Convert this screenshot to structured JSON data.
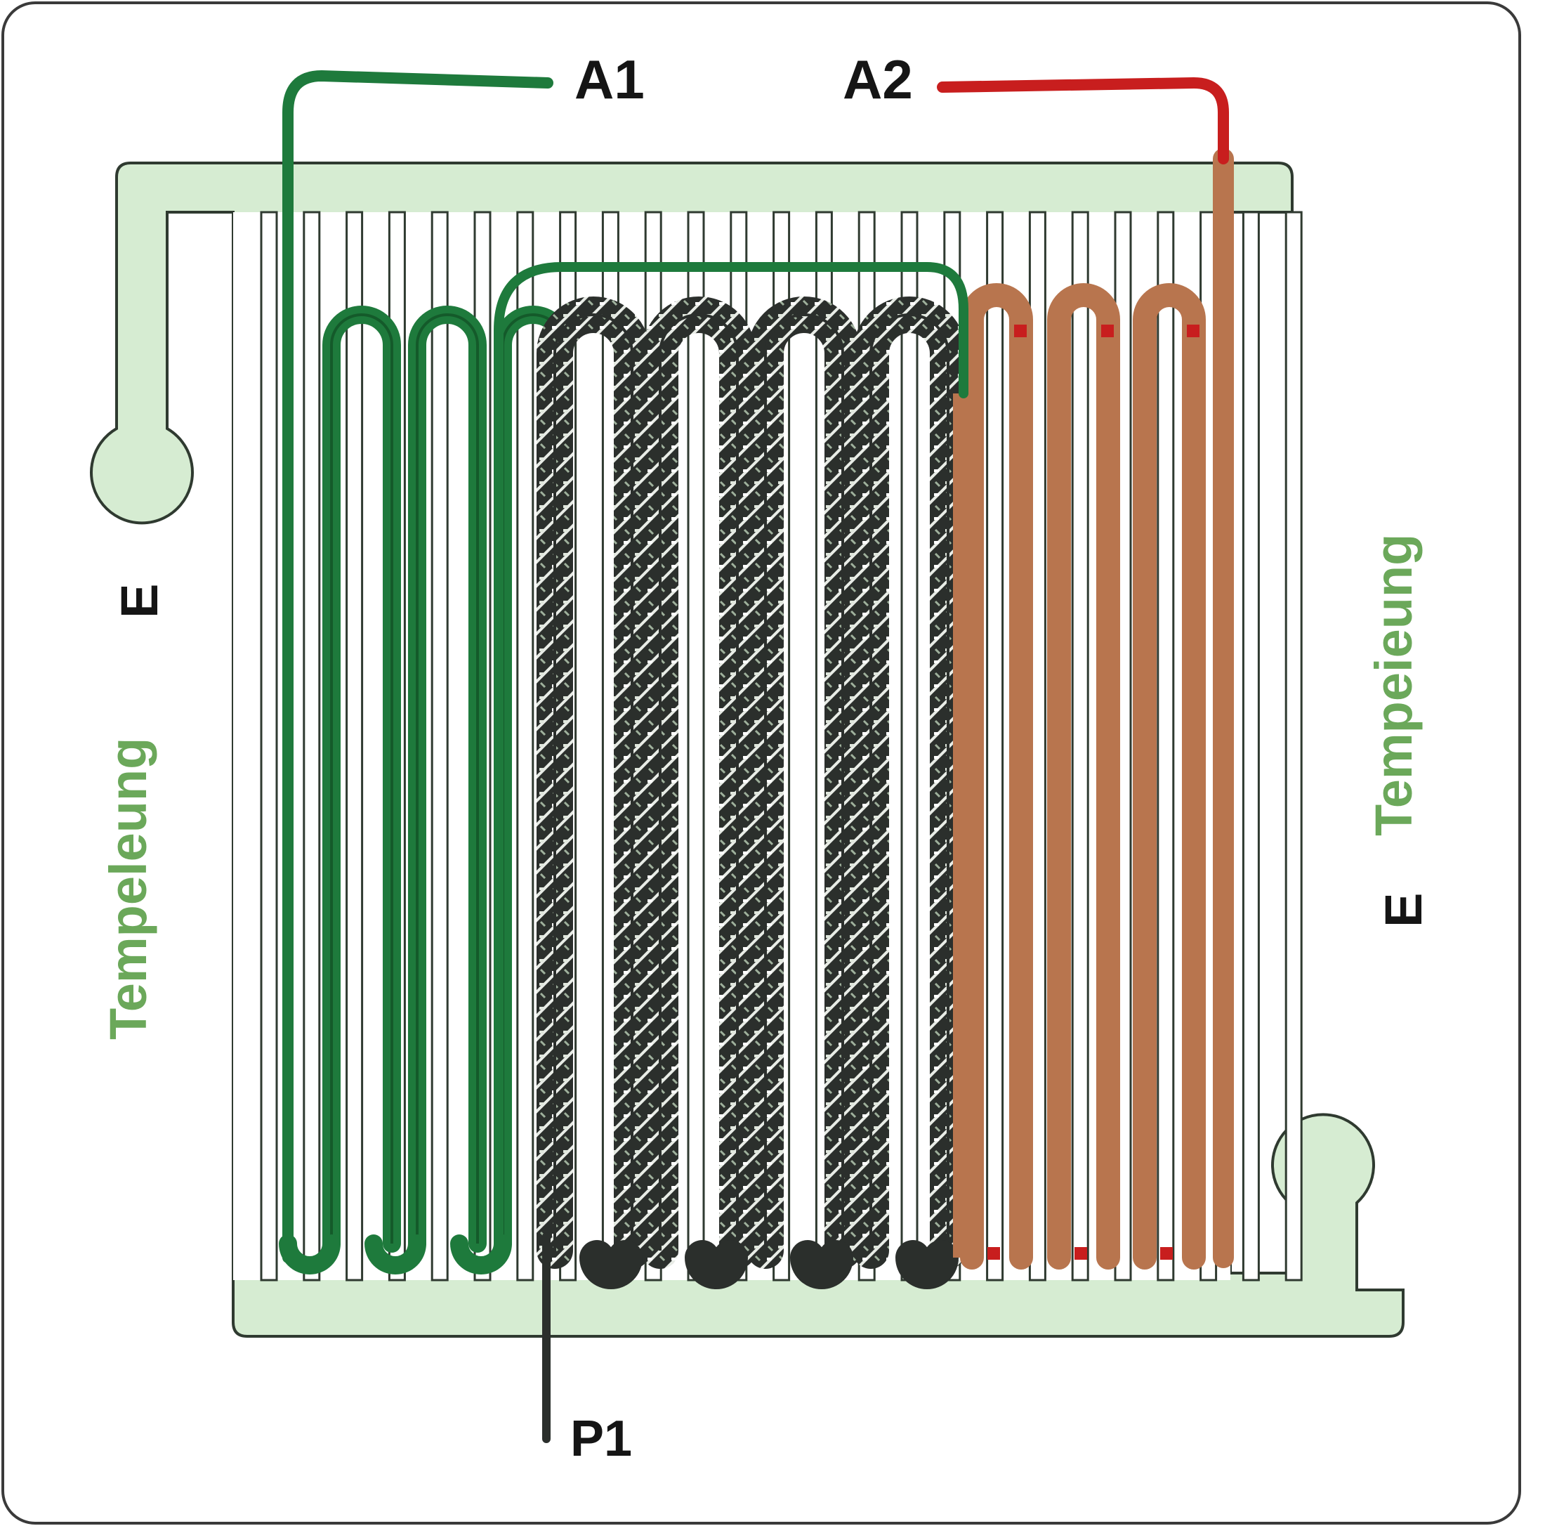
{
  "diagram": {
    "labels": {
      "terminal_a1": "A1",
      "terminal_a2": "A2",
      "terminal_p1": "P1",
      "left_side_text": "Tempeleung",
      "left_side_letter": "E",
      "right_side_text": "Tempeieung",
      "right_side_letter": "E"
    },
    "colors": {
      "board_fill": "#d6ecd2",
      "board_outline": "#2f3a30",
      "green_trace": "#1e7a3c",
      "green_trace_dark": "#145a2a",
      "mesh_dark": "#2b2f2c",
      "copper_trace": "#b8754e",
      "red_wire": "#c81e1e",
      "label_black": "#151515",
      "label_green": "#6ba85a"
    },
    "sections": {
      "green_coil_loops": 3,
      "mesh_coil_loops": 4,
      "copper_coil_loops": 3
    }
  }
}
